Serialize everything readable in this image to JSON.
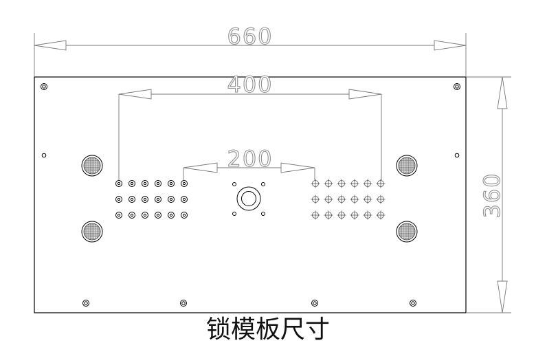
{
  "dimensions": {
    "overall_width": "660",
    "group_span": "400",
    "inner_span": "200",
    "height": "360"
  },
  "caption": "锁模板尺寸"
}
